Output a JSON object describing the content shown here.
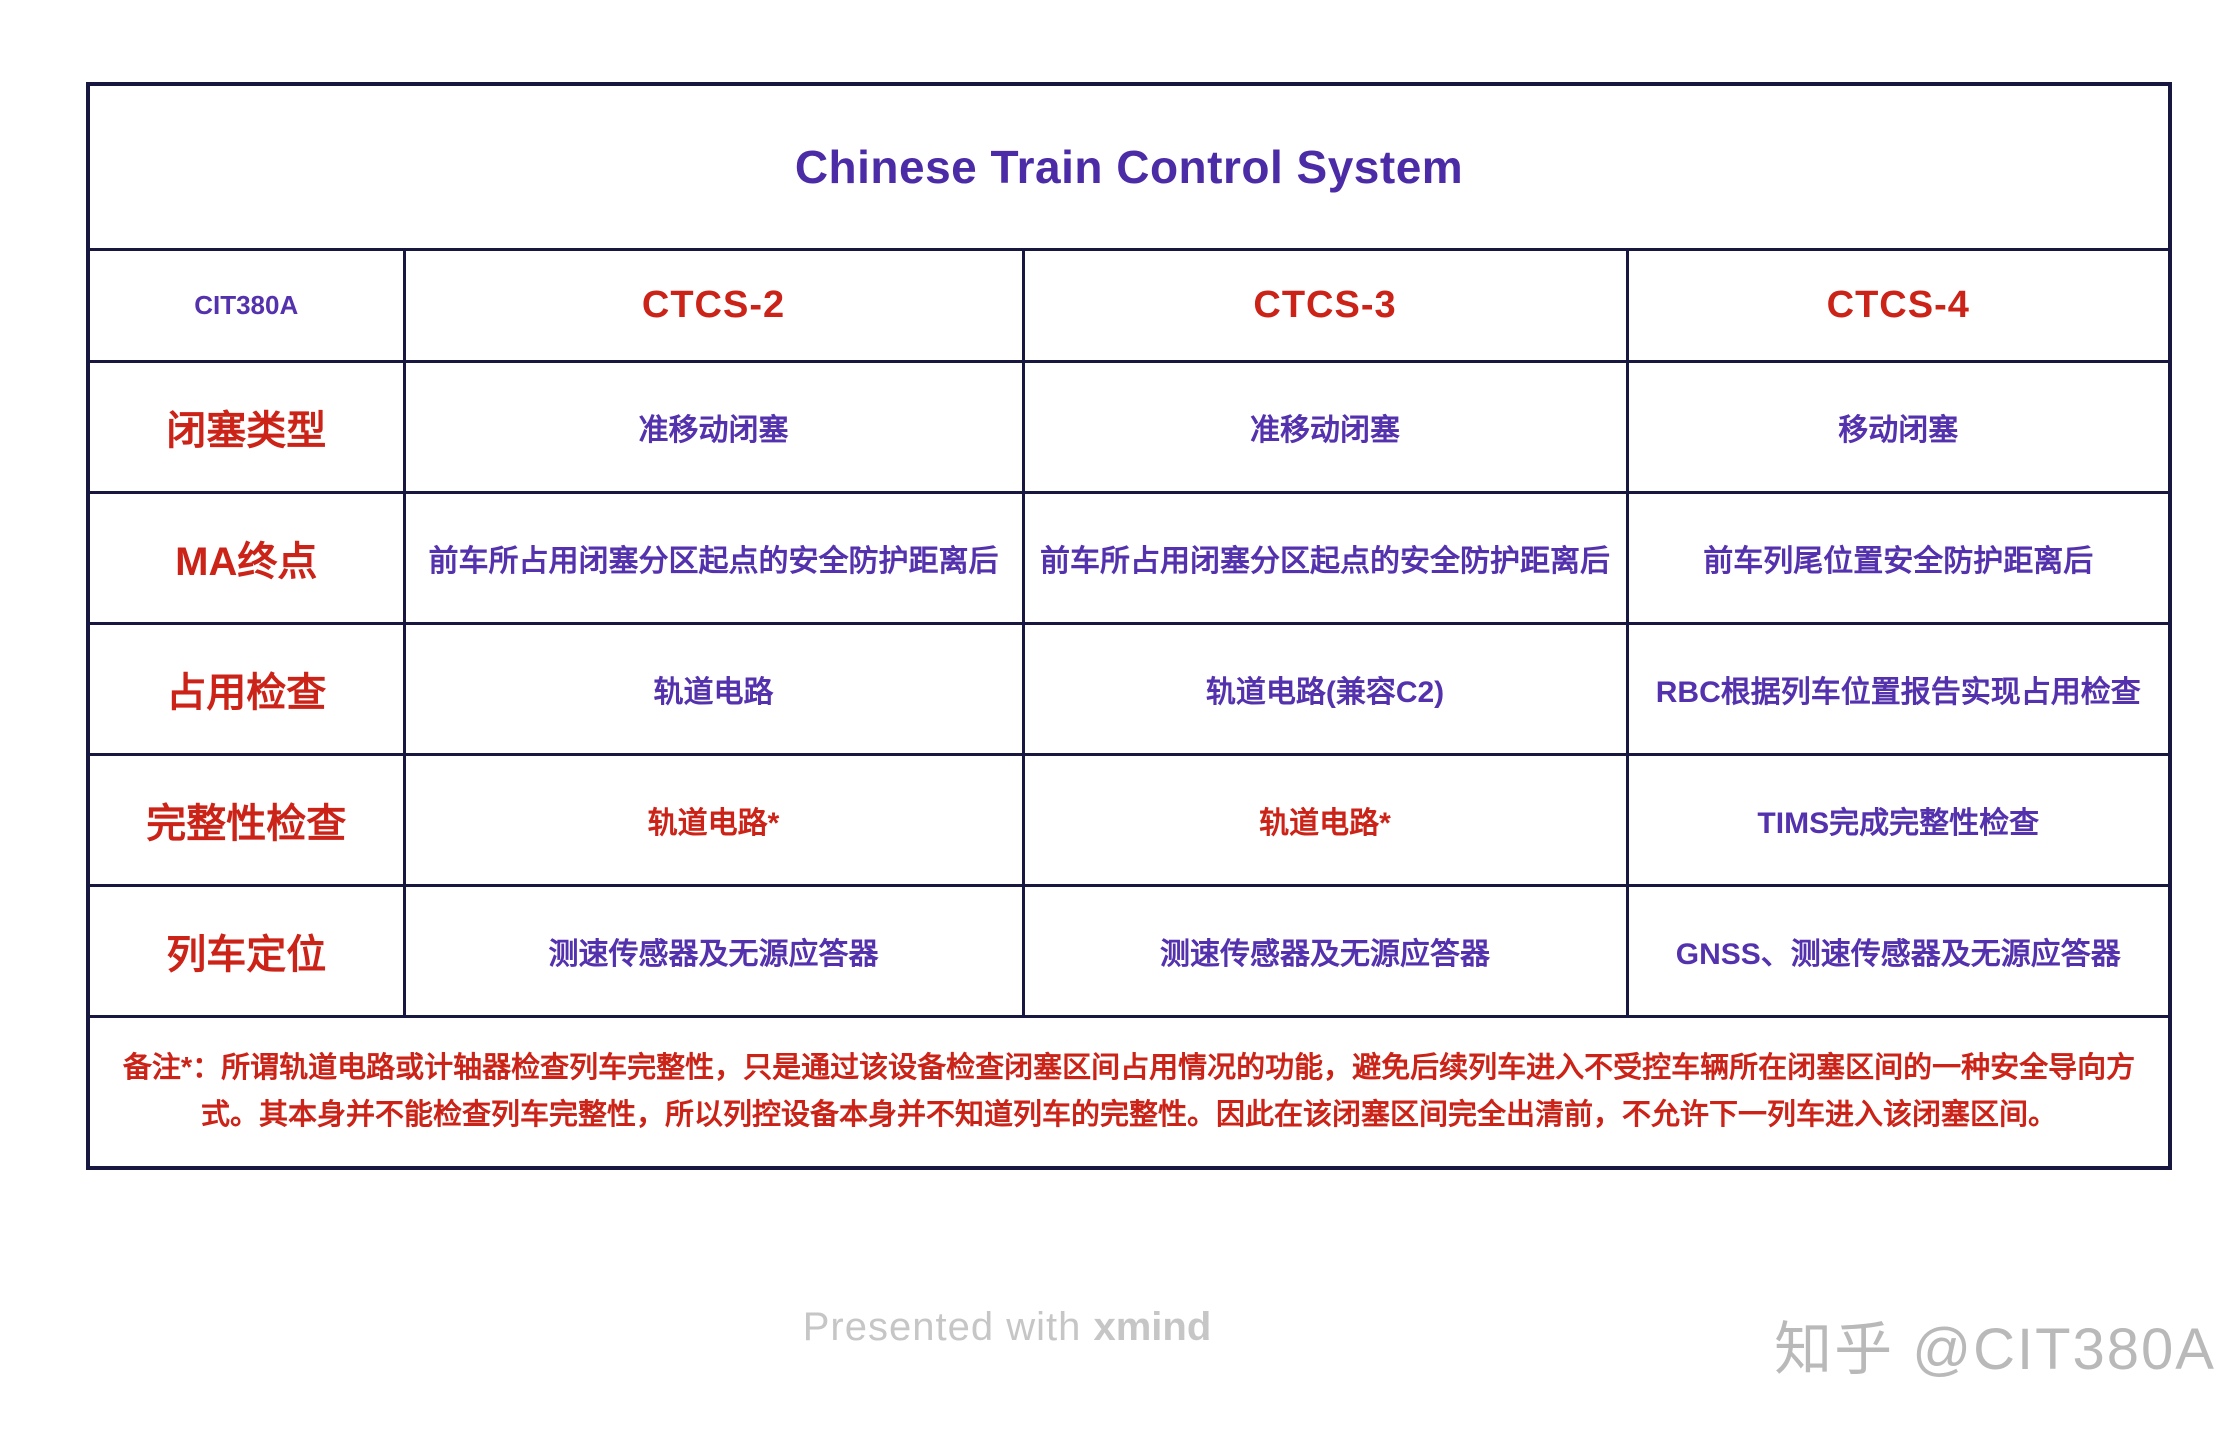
{
  "title": "Chinese Train Control System",
  "colors": {
    "title_purple": "#4b2ba6",
    "cell_purple": "#5431ad",
    "header_red": "#cb2318",
    "border_navy": "#17173f",
    "watermark_gray": "#c6c6c6",
    "zhihu_gray": "#b9b9b9"
  },
  "table": {
    "corner": "CIT380A",
    "columns": [
      "CTCS-2",
      "CTCS-3",
      "CTCS-4"
    ],
    "rows": [
      {
        "label": "闭塞类型",
        "cells": [
          "准移动闭塞",
          "准移动闭塞",
          "移动闭塞"
        ]
      },
      {
        "label": "MA终点",
        "cells": [
          "前车所占用闭塞分区起点的安全防护距离后",
          "前车所占用闭塞分区起点的安全防护距离后",
          "前车列尾位置安全防护距离后"
        ]
      },
      {
        "label": "占用检查",
        "cells": [
          "轨道电路",
          "轨道电路(兼容C2)",
          "RBC根据列车位置报告实现占用检查"
        ]
      },
      {
        "label": "完整性检查",
        "cells": [
          "轨道电路*",
          "轨道电路*",
          "TIMS完成完整性检查"
        ]
      },
      {
        "label": "列车定位",
        "cells": [
          "测速传感器及无源应答器",
          "测速传感器及无源应答器",
          "GNSS、测速传感器及无源应答器"
        ]
      }
    ],
    "footnote": "备注*：所谓轨道电路或计轴器检查列车完整性，只是通过该设备检查闭塞区间占用情况的功能，避免后续列车进入不受控车辆所在闭塞区间的一种安全导向方式。其本身并不能检查列车完整性，所以列控设备本身并不知道列车的完整性。因此在该闭塞区间完全出清前，不允许下一列车进入该闭塞区间。"
  },
  "footer": {
    "presented_prefix": "Presented with ",
    "presented_brand": "xmind",
    "zhihu_watermark": "知乎 @CIT380A"
  }
}
